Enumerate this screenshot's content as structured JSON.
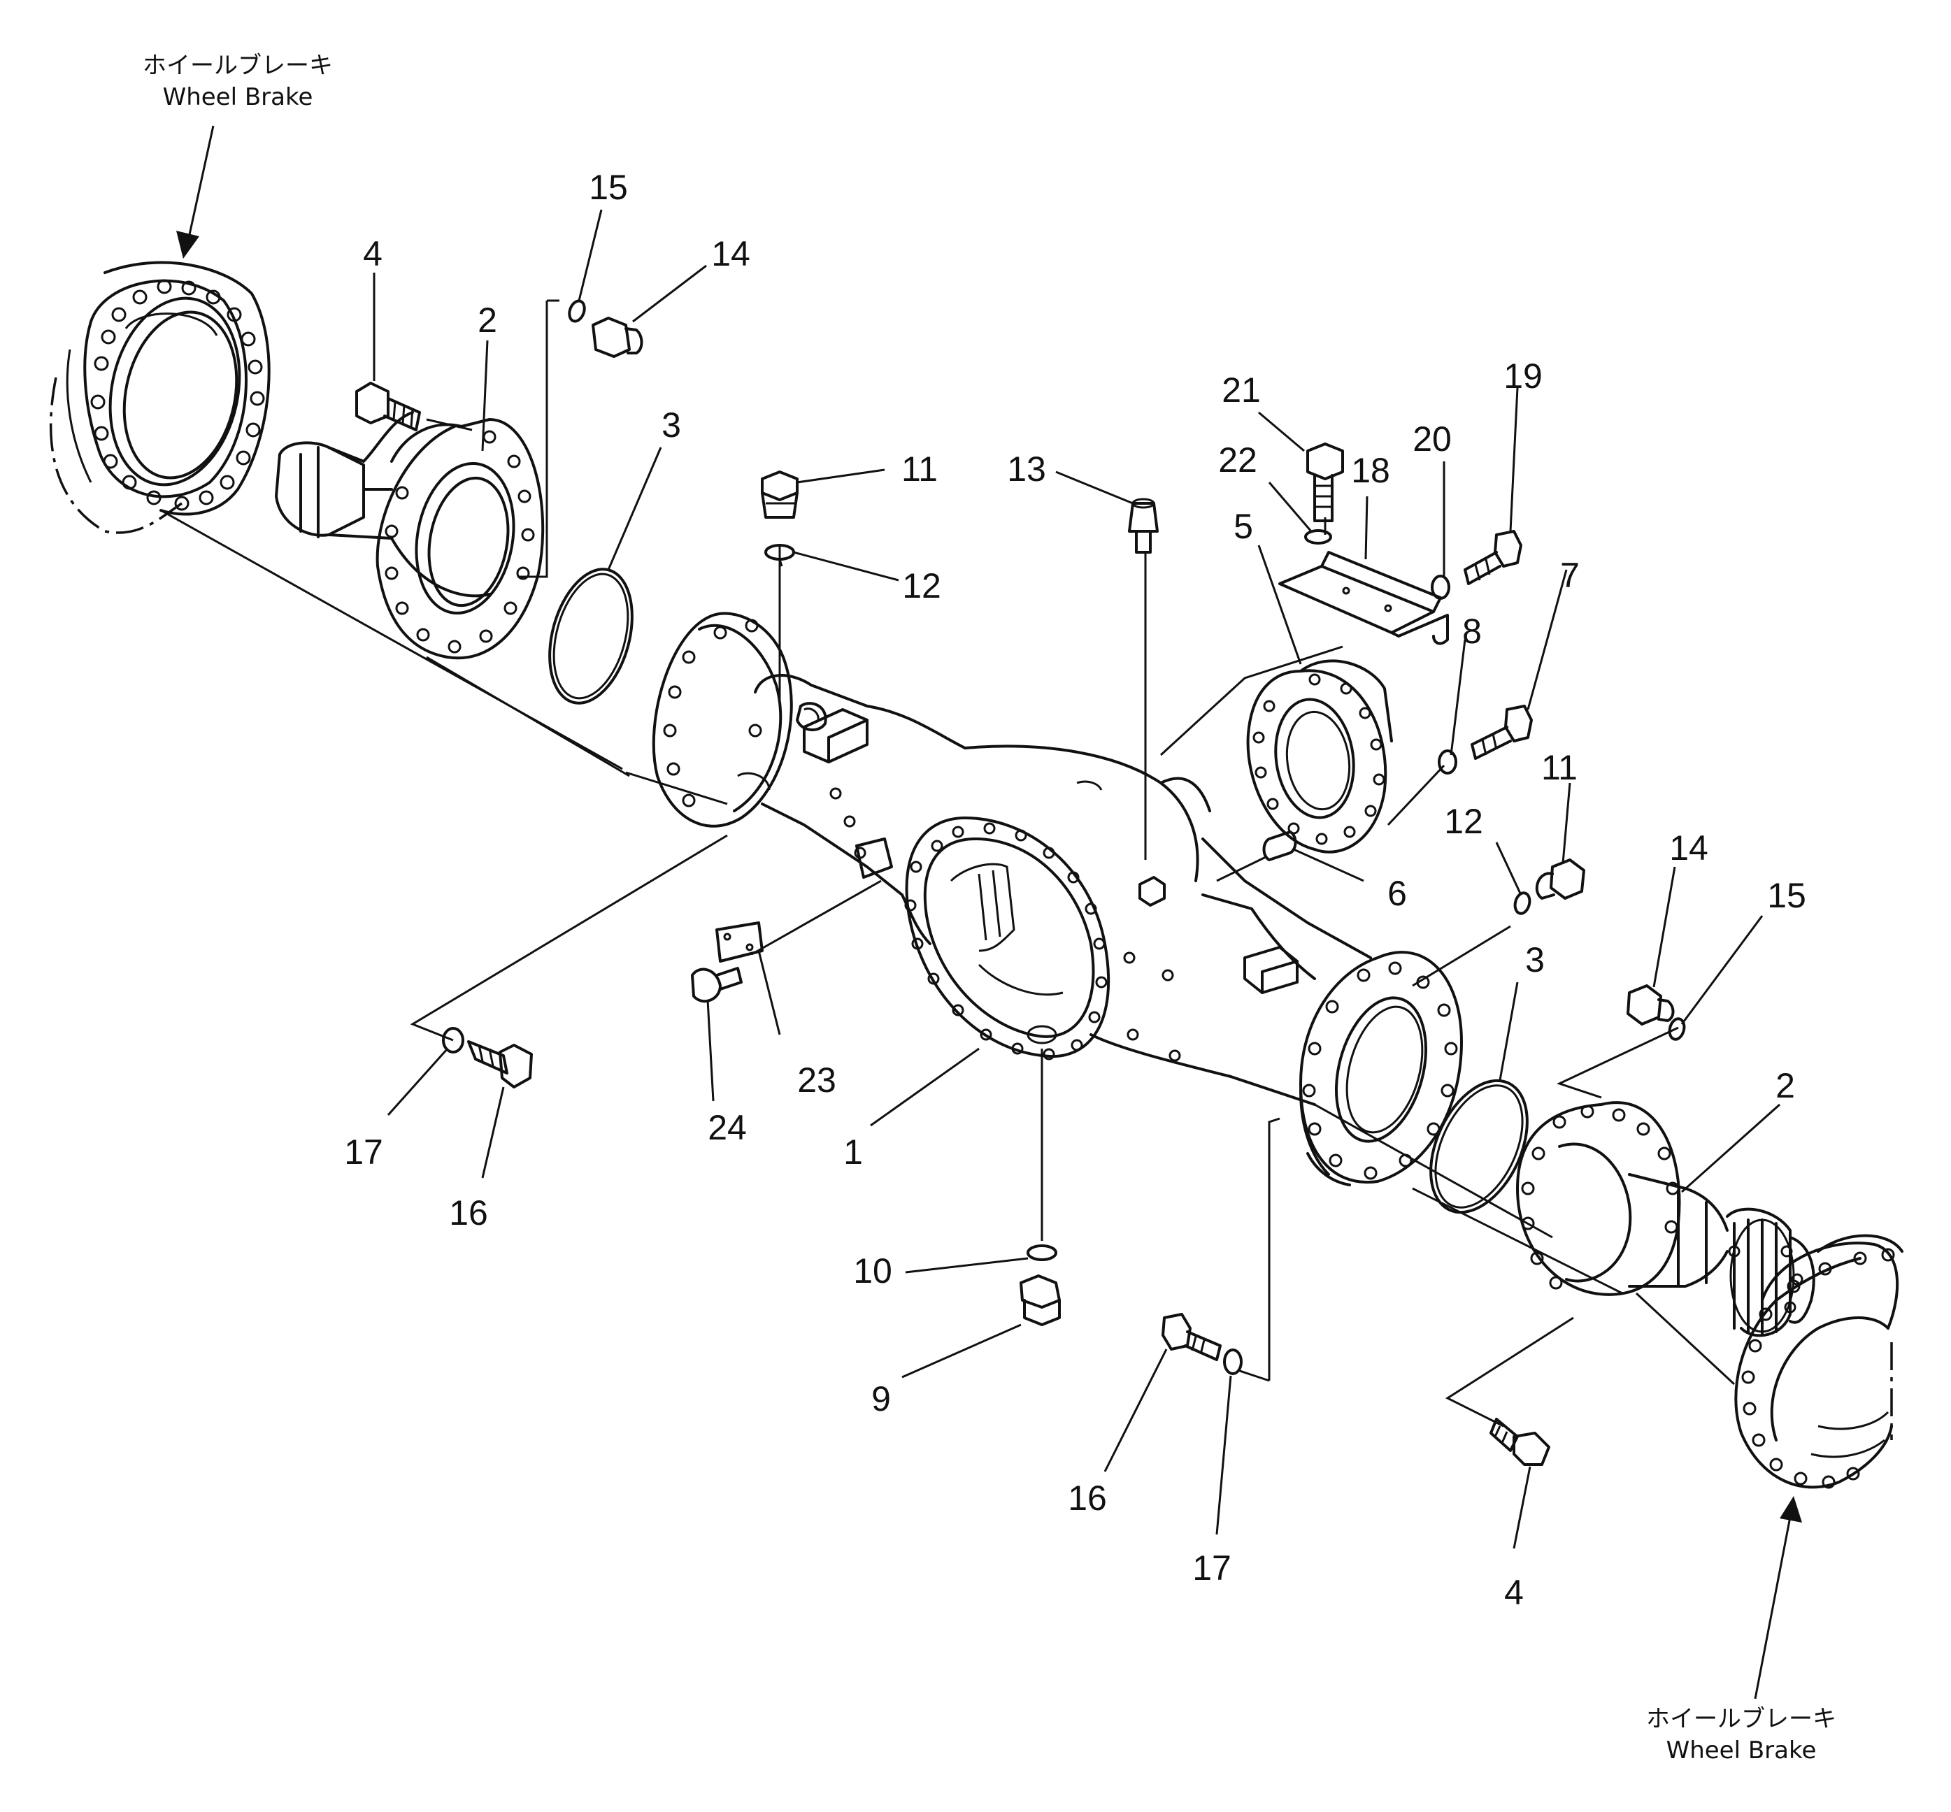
{
  "captions": {
    "brake_left_jp": "ホイールブレーキ",
    "brake_left_en": "Wheel Brake",
    "brake_right_jp": "ホイールブレーキ",
    "brake_right_en": "Wheel Brake"
  },
  "callouts": {
    "c15_left": "15",
    "c14_left": "14",
    "c4_left": "4",
    "c2_left": "2",
    "c3_left": "3",
    "c21": "21",
    "c19": "19",
    "c22": "22",
    "c18": "18",
    "c20": "20",
    "c11_top": "11",
    "c13": "13",
    "c12_top": "12",
    "c5": "5",
    "c7": "7",
    "c8": "8",
    "c11_right": "11",
    "c12_right": "12",
    "c6": "6",
    "c14_right": "14",
    "c15_right": "15",
    "c3_right": "3",
    "c2_right": "2",
    "c23": "23",
    "c24": "24",
    "c1": "1",
    "c17_left": "17",
    "c16_left": "16",
    "c10": "10",
    "c9": "9",
    "c16_bottom": "16",
    "c17_bottom": "17",
    "c4_bottom": "4"
  }
}
